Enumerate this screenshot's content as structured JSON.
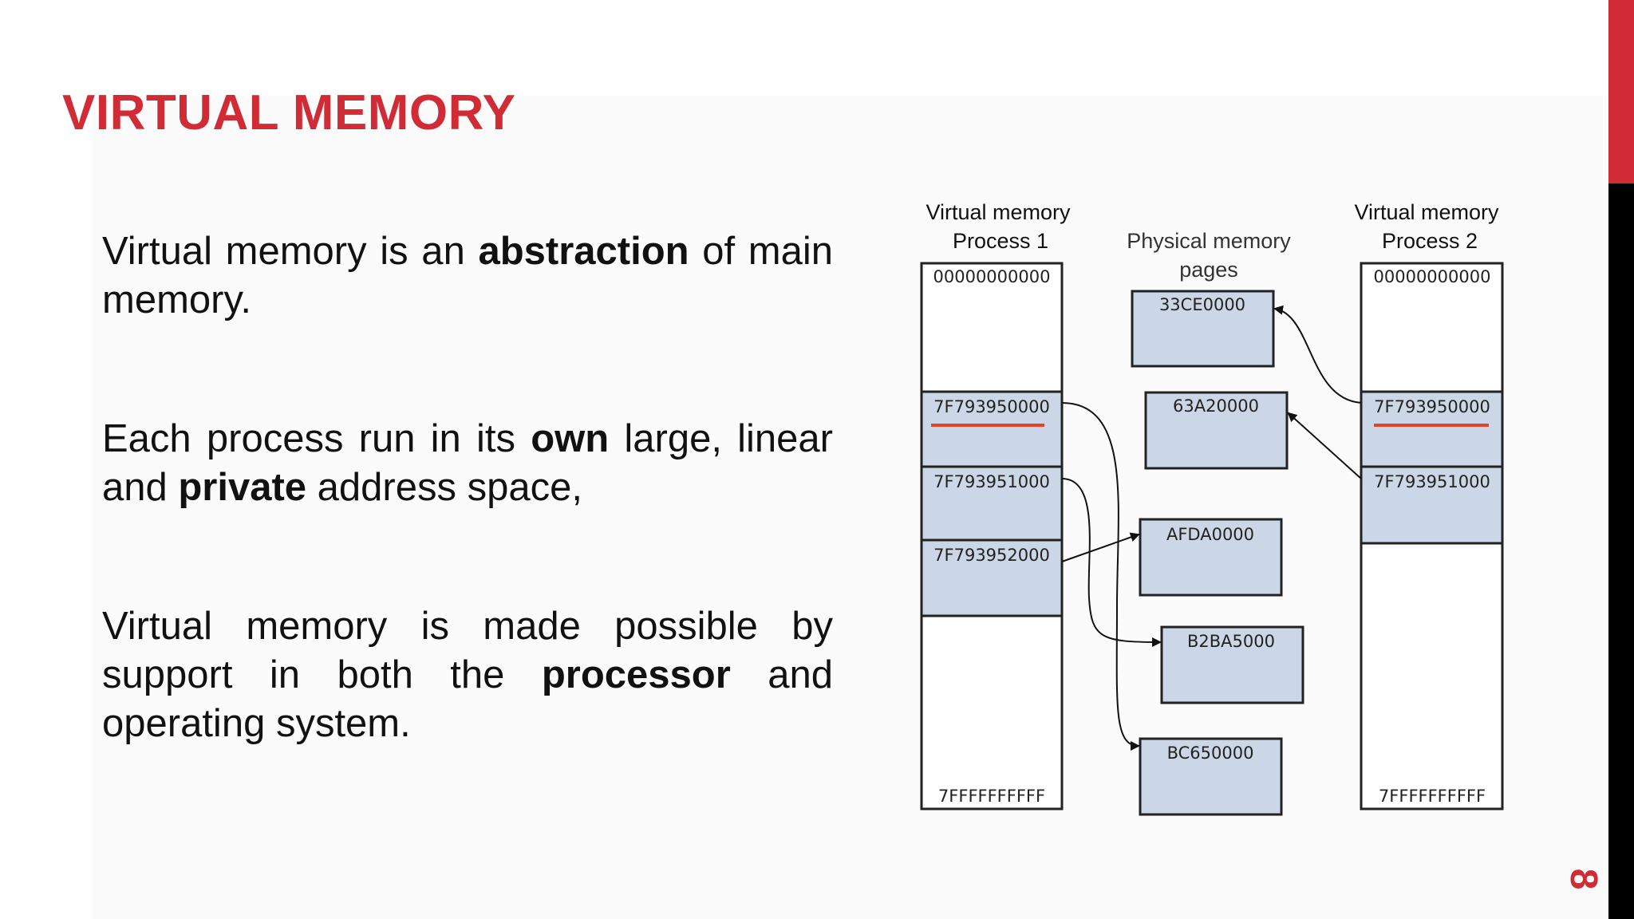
{
  "slide": {
    "title": "VIRTUAL MEMORY",
    "page_number": "8",
    "accent_color": "#d12c36"
  },
  "paragraphs": [
    {
      "segments": [
        {
          "text": "Virtual memory is an ",
          "bold": false
        },
        {
          "text": "abstraction",
          "bold": true
        },
        {
          "text": " of main memory.",
          "bold": false
        }
      ]
    },
    {
      "segments": [
        {
          "text": "Each process run in its ",
          "bold": false
        },
        {
          "text": "own",
          "bold": true
        },
        {
          "text": " large, linear and ",
          "bold": false
        },
        {
          "text": "private",
          "bold": true
        },
        {
          "text": " address space,",
          "bold": false
        }
      ]
    },
    {
      "segments": [
        {
          "text": "Virtual memory is made possible by support in both the ",
          "bold": false
        },
        {
          "text": "processor",
          "bold": true
        },
        {
          "text": " and operating system.",
          "bold": false
        }
      ]
    }
  ],
  "diagram": {
    "process1": {
      "heading_line1": "Virtual memory",
      "heading_line2": "Process 1",
      "top_address": "00000000000",
      "bottom_address": "7FFFFFFFFFF",
      "pages": [
        "7F793950000",
        "7F793951000",
        "7F793952000"
      ]
    },
    "physical": {
      "heading_line1": "Physical memory",
      "heading_line2": "pages",
      "pages": [
        "33CE0000",
        "63A20000",
        "AFDA0000",
        "B2BA5000",
        "BC650000"
      ]
    },
    "process2": {
      "heading_line1": "Virtual memory",
      "heading_line2": "Process 2",
      "top_address": "00000000000",
      "bottom_address": "7FFFFFFFFFF",
      "pages": [
        "7F793950000",
        "7F793951000"
      ]
    },
    "colors": {
      "page_fill": "#cbd7e6",
      "border": "#222222",
      "highlight_underline": "#e0452a"
    }
  }
}
